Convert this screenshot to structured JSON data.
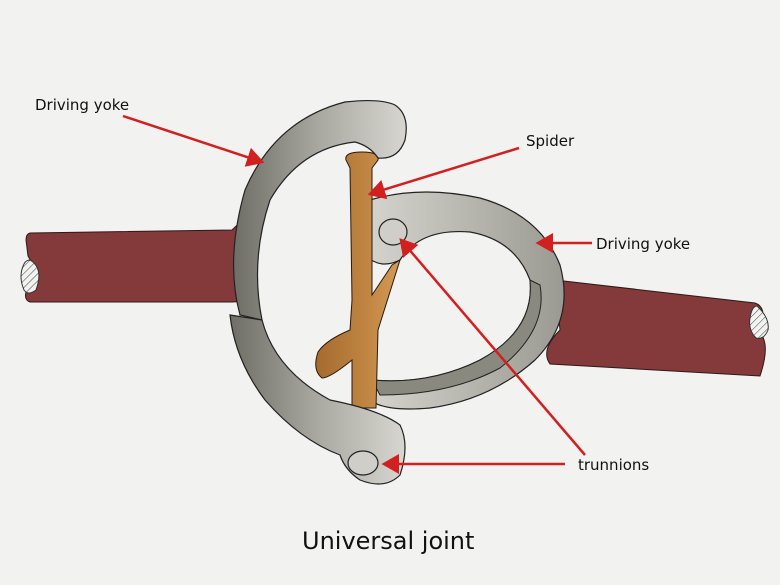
{
  "diagram": {
    "title": "Universal joint",
    "labels": {
      "driving_yoke_left": "Driving yoke",
      "spider": "Spider",
      "driving_yoke_right": "Driving yoke",
      "trunnions": "trunnions"
    },
    "colors": {
      "background": "#f2f2f1",
      "shaft": "#84393a",
      "yoke_light": "#c8c7c1",
      "yoke_dark": "#7c7b72",
      "spider": "#b97f3e",
      "arrow": "#d21f1f",
      "outline": "#222222"
    }
  }
}
